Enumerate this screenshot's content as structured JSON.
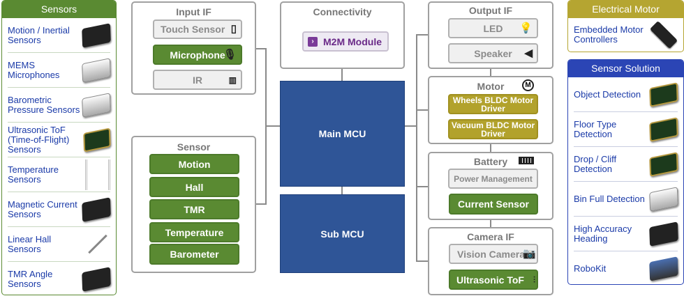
{
  "sensors_panel": {
    "title": "Sensors",
    "color": "#5a8a32",
    "items": [
      {
        "label": "Motion / Inertial Sensors",
        "image": "black-chip"
      },
      {
        "label": "MEMS Microphones",
        "image": "silver-chip"
      },
      {
        "label": "Barometric Pressure Sensors",
        "image": "silver-chip"
      },
      {
        "label": "Ultrasonic ToF (Time-of-Flight) Sensors",
        "image": "green-chip"
      },
      {
        "label": "Temperature Sensors",
        "image": "thermistor"
      },
      {
        "label": "Magnetic Current Sensors",
        "image": "black-chip"
      },
      {
        "label": "Linear Hall Sensors",
        "image": "to92-package"
      },
      {
        "label": "TMR Angle Sensors",
        "image": "black-chip"
      }
    ]
  },
  "input_if": {
    "title": "Input IF",
    "items": [
      "Touch Sensor",
      "Microphone",
      "IR"
    ]
  },
  "sensor": {
    "title": "Sensor",
    "items": [
      "Motion",
      "Hall",
      "TMR",
      "Temperature",
      "Barometer"
    ]
  },
  "connectivity": {
    "title": "Connectivity",
    "button": "M2M Module"
  },
  "main_mcu": "Main MCU",
  "sub_mcu": "Sub MCU",
  "output_if": {
    "title": "Output IF",
    "items": [
      "LED",
      "Speaker"
    ]
  },
  "motor": {
    "title": "Motor",
    "icon_letter": "M",
    "items": [
      "Wheels BLDC Motor Driver",
      "Vacuum BLDC Motor Driver"
    ]
  },
  "battery": {
    "title": "Battery",
    "items": [
      "Power Management",
      "Current Sensor"
    ]
  },
  "camera_if": {
    "title": "Camera IF",
    "items": [
      "Vision Camera",
      "Ultrasonic ToF"
    ]
  },
  "electrical_motor": {
    "title": "Electrical Motor",
    "color": "#b5a531",
    "items": [
      {
        "label": "Embedded Motor Controllers",
        "image": "black-chip"
      }
    ]
  },
  "sensor_solution": {
    "title": "Sensor Solution",
    "color": "#2b45b5",
    "items": [
      {
        "label": "Object Detection",
        "image": "green-chip"
      },
      {
        "label": "Floor Type Detection",
        "image": "green-chip"
      },
      {
        "label": "Drop / Cliff Detection",
        "image": "green-chip"
      },
      {
        "label": "Bin Full Detection",
        "image": "silver-chip"
      },
      {
        "label": "High Accuracy Heading",
        "image": "black-chip"
      },
      {
        "label": "RoboKit",
        "image": "board"
      }
    ]
  }
}
